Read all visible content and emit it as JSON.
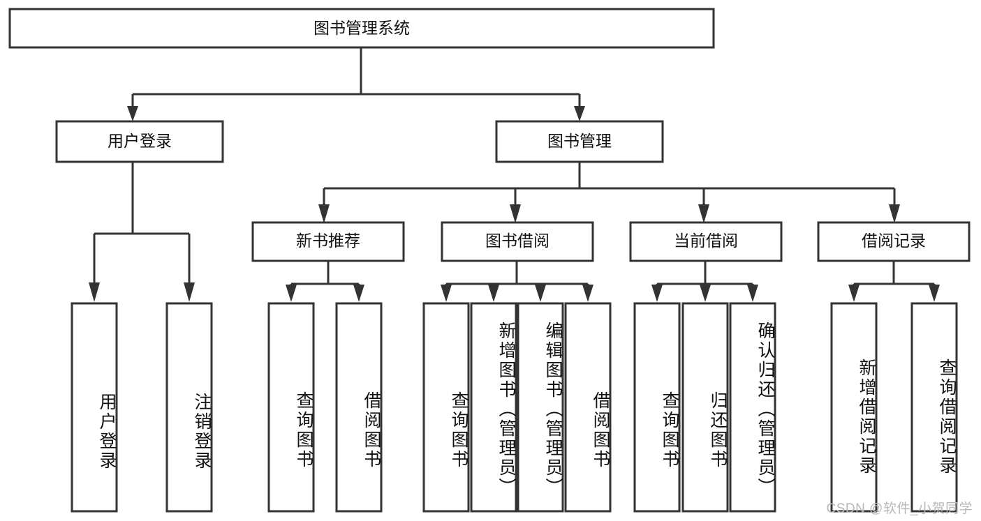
{
  "diagram": {
    "title": "图书管理系统",
    "type": "hierarchy-tree",
    "watermark": "CSDN @软件_小贺同学",
    "colors": {
      "stroke": "#333333",
      "fill": "#ffffff",
      "text": "#111111",
      "watermark": "#b8b8b8"
    },
    "levels": {
      "root": {
        "label": "图书管理系统"
      },
      "level2": [
        {
          "label": "用户登录"
        },
        {
          "label": "图书管理"
        }
      ],
      "level3": [
        {
          "label": "新书推荐"
        },
        {
          "label": "图书借阅"
        },
        {
          "label": "当前借阅"
        },
        {
          "label": "借阅记录"
        }
      ],
      "leaves": {
        "user_login": [
          {
            "label": "用户登录"
          },
          {
            "label": "注销登录"
          }
        ],
        "new_book_recommend": [
          {
            "label": "查询图书"
          },
          {
            "label": "借阅图书"
          }
        ],
        "book_borrow": [
          {
            "label": "查询图书"
          },
          {
            "label": "新增图书（管理员）"
          },
          {
            "label": "编辑图书（管理员）"
          },
          {
            "label": "借阅图书"
          }
        ],
        "current_borrow": [
          {
            "label": "查询图书"
          },
          {
            "label": "归还图书"
          },
          {
            "label": "确认归还（管理员）"
          }
        ],
        "borrow_record": [
          {
            "label": "新增借阅记录"
          },
          {
            "label": "查询借阅记录"
          }
        ]
      }
    },
    "edges": [
      {
        "from": "图书管理系统",
        "to": "用户登录"
      },
      {
        "from": "图书管理系统",
        "to": "图书管理"
      },
      {
        "from": "用户登录",
        "to": "用户登录"
      },
      {
        "from": "用户登录",
        "to": "注销登录"
      },
      {
        "from": "图书管理",
        "to": "新书推荐"
      },
      {
        "from": "图书管理",
        "to": "图书借阅"
      },
      {
        "from": "图书管理",
        "to": "当前借阅"
      },
      {
        "from": "图书管理",
        "to": "借阅记录"
      },
      {
        "from": "新书推荐",
        "to": "查询图书"
      },
      {
        "from": "新书推荐",
        "to": "借阅图书"
      },
      {
        "from": "图书借阅",
        "to": "查询图书"
      },
      {
        "from": "图书借阅",
        "to": "新增图书（管理员）"
      },
      {
        "from": "图书借阅",
        "to": "编辑图书（管理员）"
      },
      {
        "from": "图书借阅",
        "to": "借阅图书"
      },
      {
        "from": "当前借阅",
        "to": "查询图书"
      },
      {
        "from": "当前借阅",
        "to": "归还图书"
      },
      {
        "from": "当前借阅",
        "to": "确认归还（管理员）"
      },
      {
        "from": "借阅记录",
        "to": "新增借阅记录"
      },
      {
        "from": "借阅记录",
        "to": "查询借阅记录"
      }
    ]
  }
}
